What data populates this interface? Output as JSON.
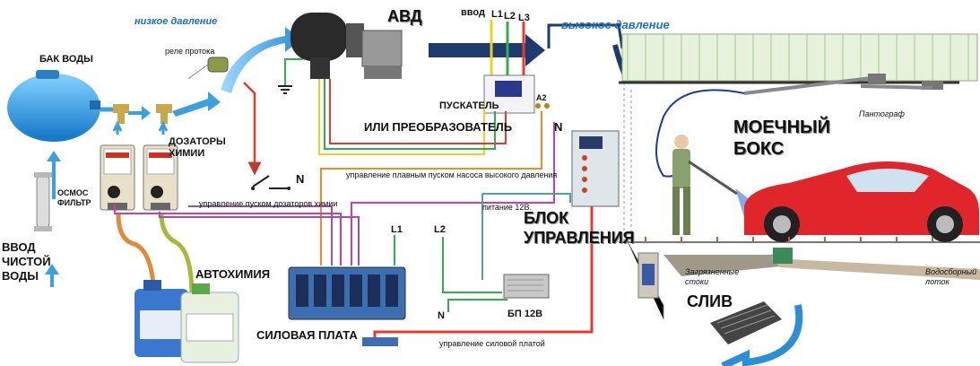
{
  "labels": {
    "water_tank": "БАК ВОДЫ",
    "flow_relay": "реле протока",
    "low_pressure": "низкое давление",
    "avd": "АВД",
    "input": "ввод",
    "l1": "L1",
    "l2": "L2",
    "l3": "L3",
    "high_pressure": "высокое давление",
    "starter": "ПУСКАТЕЛЬ",
    "or_converter": "ИЛИ ПРЕОБРАЗОВАТЕЛЬ",
    "n_top": "N",
    "a2": "A2",
    "chem_dosers": "ДОЗАТОРЫ\nХИМИИ",
    "osmosis_filter": "ОСМОС\nФИЛЬТР",
    "clean_water_input": "ВВОД\nЧИСТОЙ\nВОДЫ",
    "n_mid": "N",
    "soft_start_control": "управление плавным пуском насоса высокого давления",
    "chem_doser_control": "управление пуском дозаторов химии",
    "power_12v": "питание 12В.",
    "control_unit": "БЛОК\nУПРАВЛЕНИЯ",
    "wash_box": "МОЕЧНЫЙ\nБОКС",
    "pantograph": "Пантограф",
    "autochemistry": "АВТОХИМИЯ",
    "l1_b": "L1",
    "l2_b": "L2",
    "n_bottom": "N",
    "psu_12v": "БП 12В",
    "power_board": "СИЛОВАЯ ПЛАТА",
    "power_board_control": "управление силовой платой",
    "drain": "СЛИВ",
    "dirty_drains": "Загрязненные\nстоки",
    "water_collection": "Водосборный\nлоток"
  },
  "colors": {
    "arrow_blue": "#3aa0e0",
    "dark_arrow": "#1f3b6e",
    "wire_red": "#e53b2c",
    "wire_green": "#2bb24c",
    "wire_yellow": "#e8d21e",
    "wire_orange": "#f08a22",
    "wire_purple": "#9b4fb8",
    "wire_magenta": "#d43d9c",
    "wire_teal": "#4aa6a6",
    "car_red": "#e0262a",
    "board_blue": "#3d6fb0"
  }
}
